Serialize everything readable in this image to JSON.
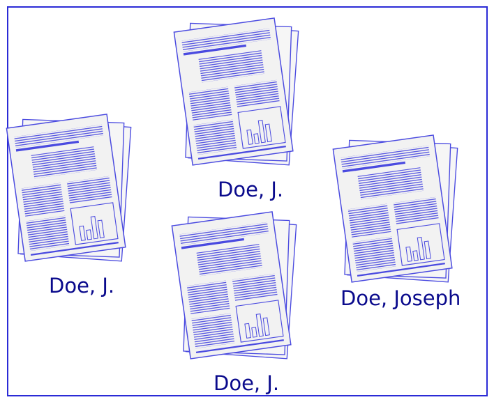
{
  "colors": {
    "border": "#2b2bd6",
    "ink": "#4a4ae0",
    "paper": "#f2f2f2",
    "caption": "#0a0a8c"
  },
  "documents": [
    {
      "author": "Doe, J."
    },
    {
      "author": "Doe, J."
    },
    {
      "author": "Doe, J."
    },
    {
      "author": "Doe, Joseph"
    }
  ]
}
